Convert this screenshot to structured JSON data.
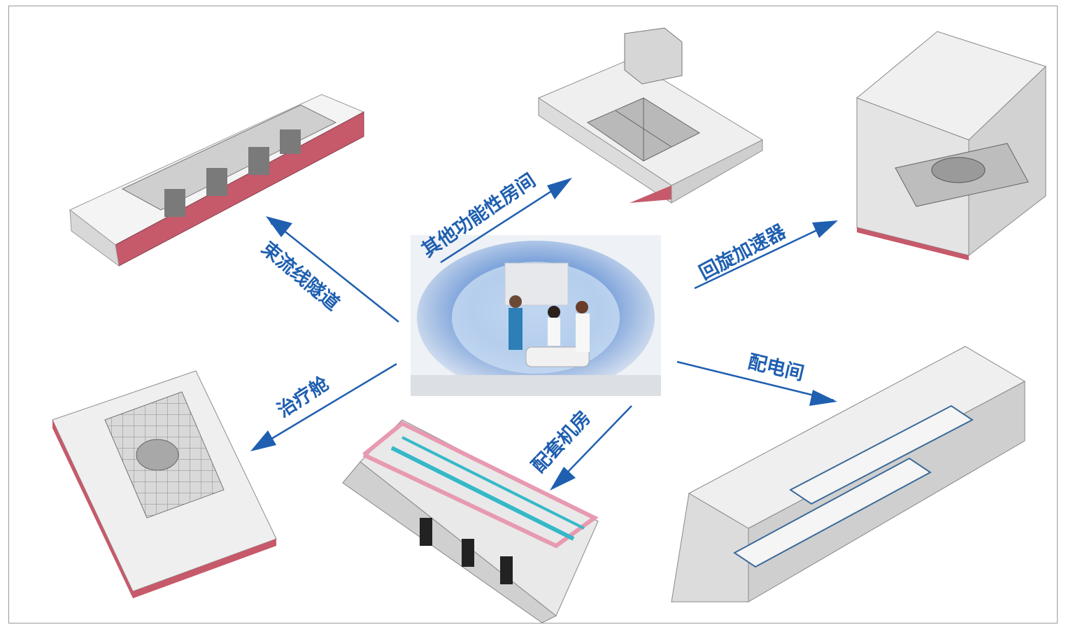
{
  "center": {
    "subject": "proton therapy treatment room photo"
  },
  "links": [
    {
      "id": "beamline",
      "label": "束流线隧道"
    },
    {
      "id": "other",
      "label": "其他功能性房间"
    },
    {
      "id": "cyclotron",
      "label": "回旋加速器"
    },
    {
      "id": "treatment",
      "label": "治疗舱"
    },
    {
      "id": "auxiliary",
      "label": "配套机房"
    },
    {
      "id": "power",
      "label": "配电间"
    }
  ],
  "colors": {
    "arrow": "#1f5fb0",
    "label": "#1f5fb0",
    "wall": "#f2f2f2",
    "base": "#c65a6a"
  }
}
